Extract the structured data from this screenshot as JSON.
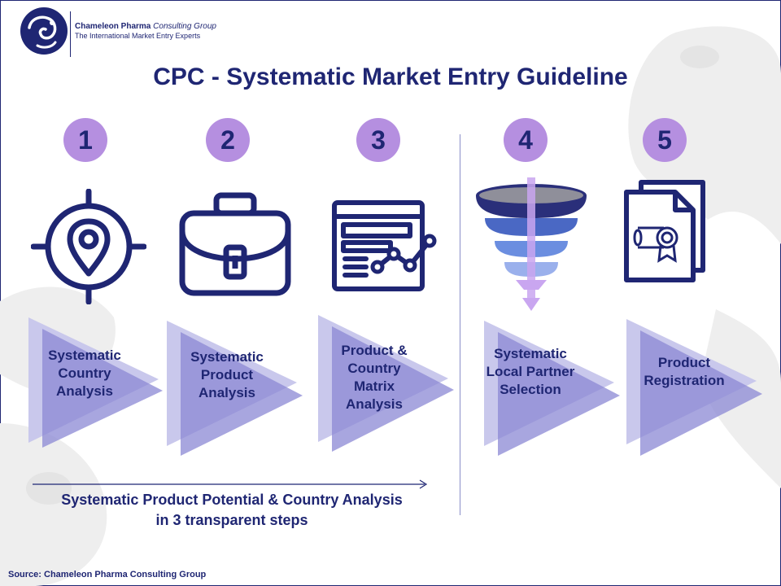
{
  "header": {
    "company_name_bold": "Chameleon Pharma",
    "company_name_italic": "Consulting Group",
    "tagline": "The International Market Entry Experts"
  },
  "title": "CPC - Systematic Market Entry Guideline",
  "steps": [
    {
      "number": "1",
      "label_lines": [
        "Systematic",
        "Country",
        "Analysis"
      ],
      "icon": "target-location-icon"
    },
    {
      "number": "2",
      "label_lines": [
        "Systematic",
        "Product",
        "Analysis"
      ],
      "icon": "briefcase-icon"
    },
    {
      "number": "3",
      "label_lines": [
        "Product &",
        "Country",
        "Matrix",
        "Analysis"
      ],
      "icon": "dashboard-chart-icon"
    },
    {
      "number": "4",
      "label_lines": [
        "Systematic",
        "Local Partner",
        "Selection"
      ],
      "icon": "funnel-icon"
    },
    {
      "number": "5",
      "label_lines": [
        "Product",
        "Registration"
      ],
      "icon": "certificate-document-icon"
    }
  ],
  "summary": {
    "line1": "Systematic Product Potential & Country Analysis",
    "line2": "in 3 transparent steps"
  },
  "source": "Source: Chameleon Pharma Consulting Group",
  "colors": {
    "navy": "#1f2673",
    "purple": "#b58fe0",
    "arrow_light": "#c9c8ec",
    "arrow_dark": "#8b88d4",
    "funnel_blue": "#5b7fd6"
  }
}
